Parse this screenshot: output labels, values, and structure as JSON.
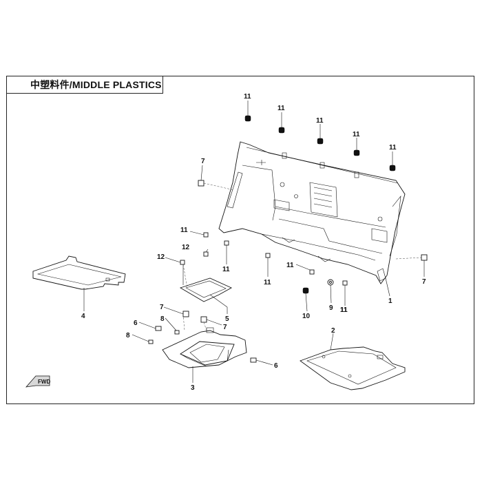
{
  "title": "中塑料件/MIDDLE PLASTICS",
  "fwd_label": "FWD",
  "callouts": [
    "11",
    "11",
    "11",
    "11",
    "11",
    "7",
    "11",
    "12",
    "12",
    "11",
    "11",
    "11",
    "11",
    "7",
    "1",
    "9",
    "10",
    "11",
    "4",
    "5",
    "7",
    "8",
    "6",
    "7",
    "8",
    "3",
    "6",
    "2"
  ]
}
